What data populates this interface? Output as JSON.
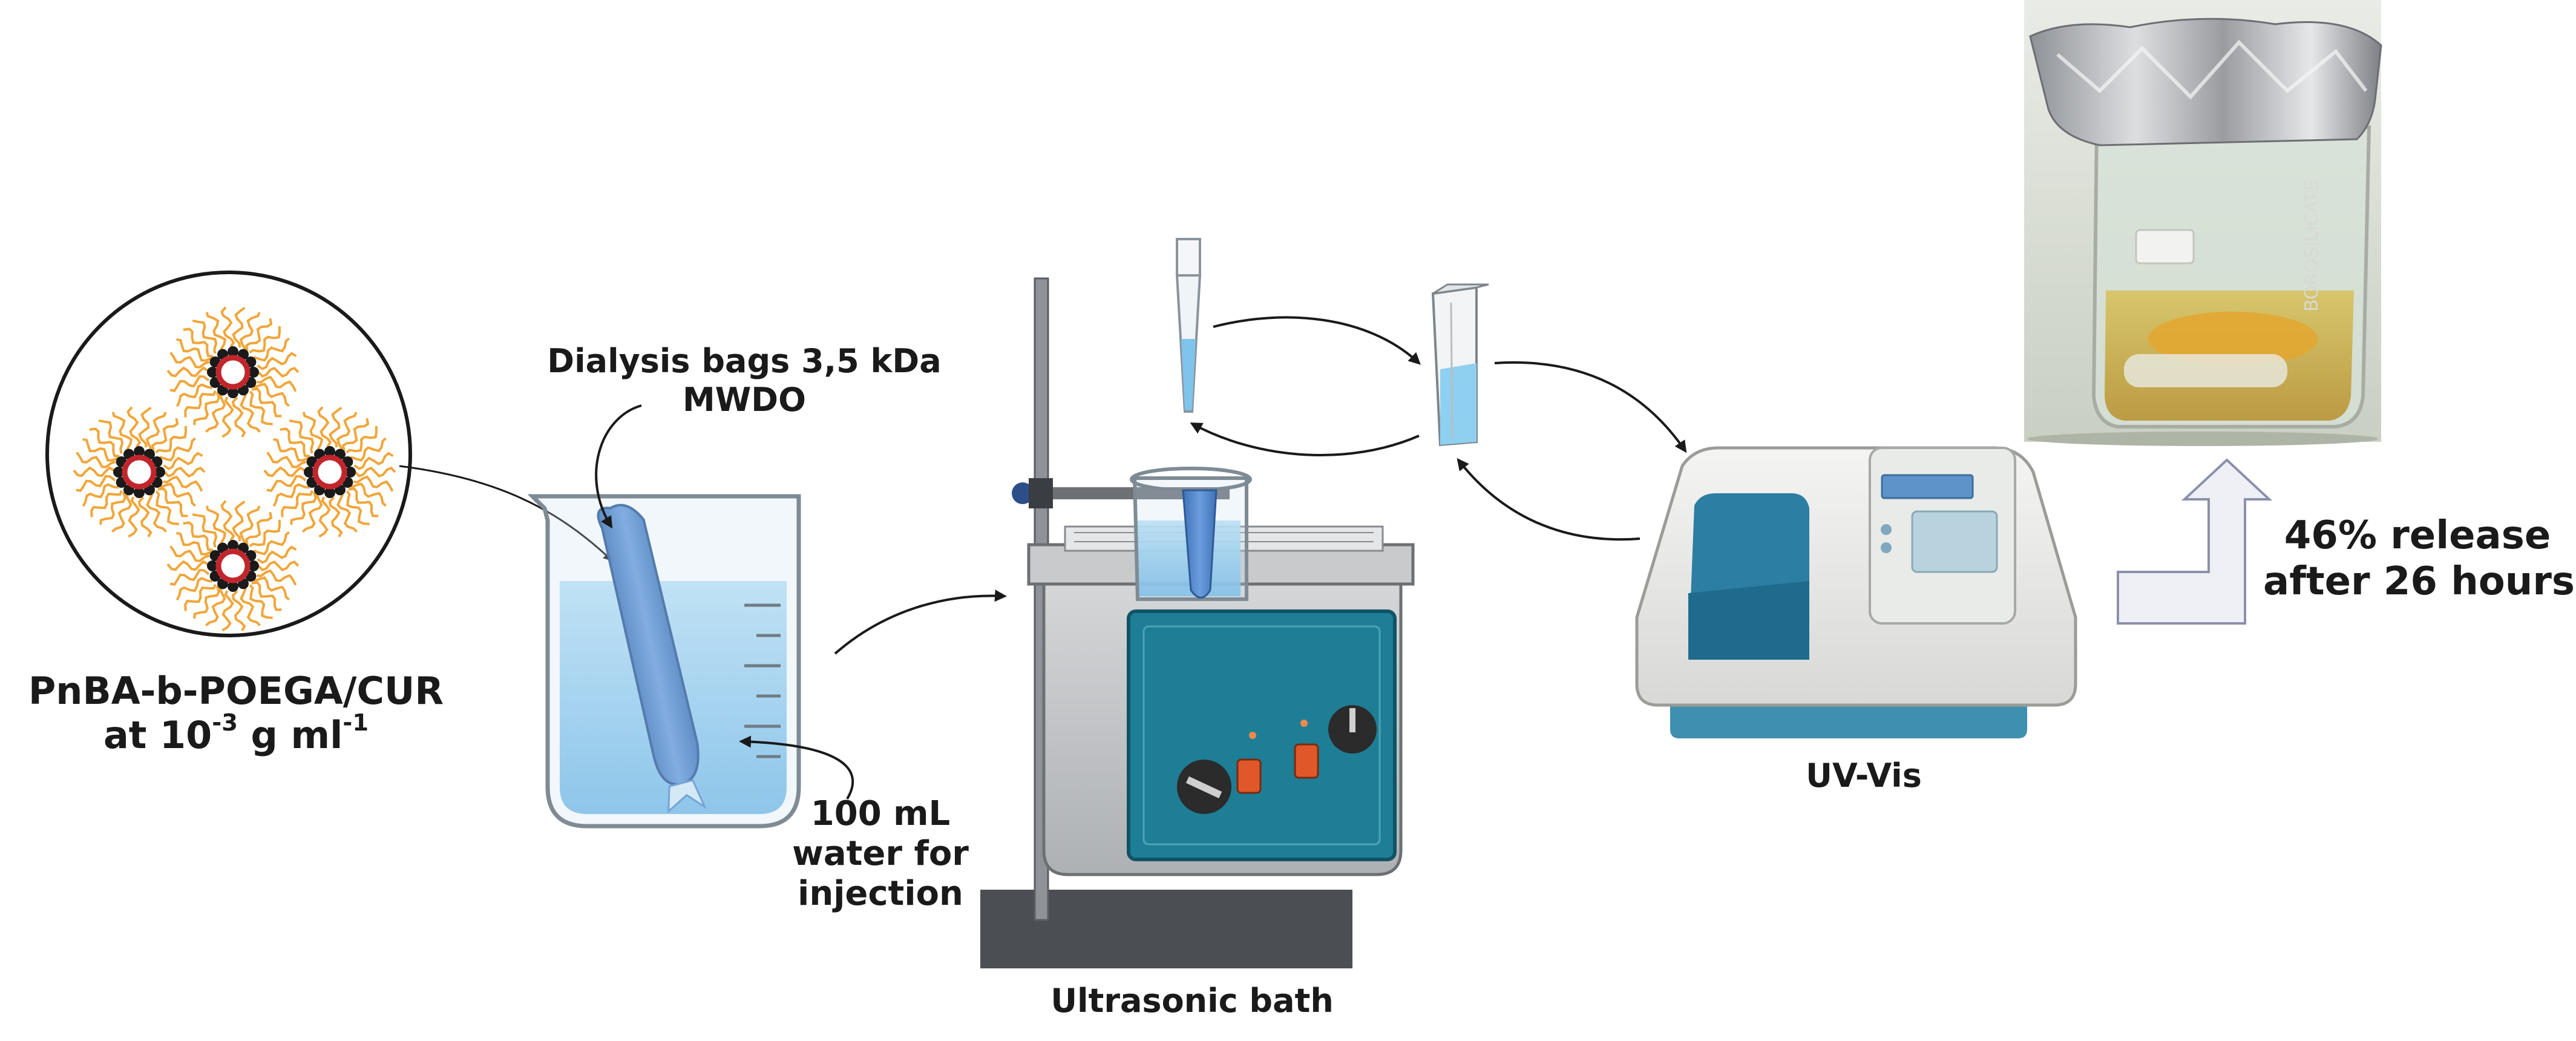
{
  "labels": {
    "polymer_line1": "PnBA-b-POEGA/CUR",
    "polymer_line2_prefix": "at 10",
    "polymer_line2_exp": "-3",
    "polymer_line2_mid": " g ml",
    "polymer_line2_exp2": "-1",
    "dialysis_line1": "Dialysis bags 3,5 kDa",
    "dialysis_line2": "MWDO",
    "water_line1": "100 mL",
    "water_line2": "water for",
    "water_line3": "injection",
    "bath": "Ultrasonic bath",
    "uvvis": "UV-Vis",
    "release_line1": "46% release",
    "release_line2": "after 26 hours",
    "beaker_print": "BOROSILICATE"
  },
  "colors": {
    "text": "#1a1a1a",
    "micelle_chain": "#f0a63a",
    "micelle_core": "#c0262b",
    "water": "#8cc8ec",
    "dialysis_bag": "#5b8fd0",
    "bath_panel": "#1e7e96",
    "arrow": "#1a1a1a",
    "release_arrow_fill": "#eef0f6",
    "release_arrow_stroke": "#8b90ab"
  }
}
